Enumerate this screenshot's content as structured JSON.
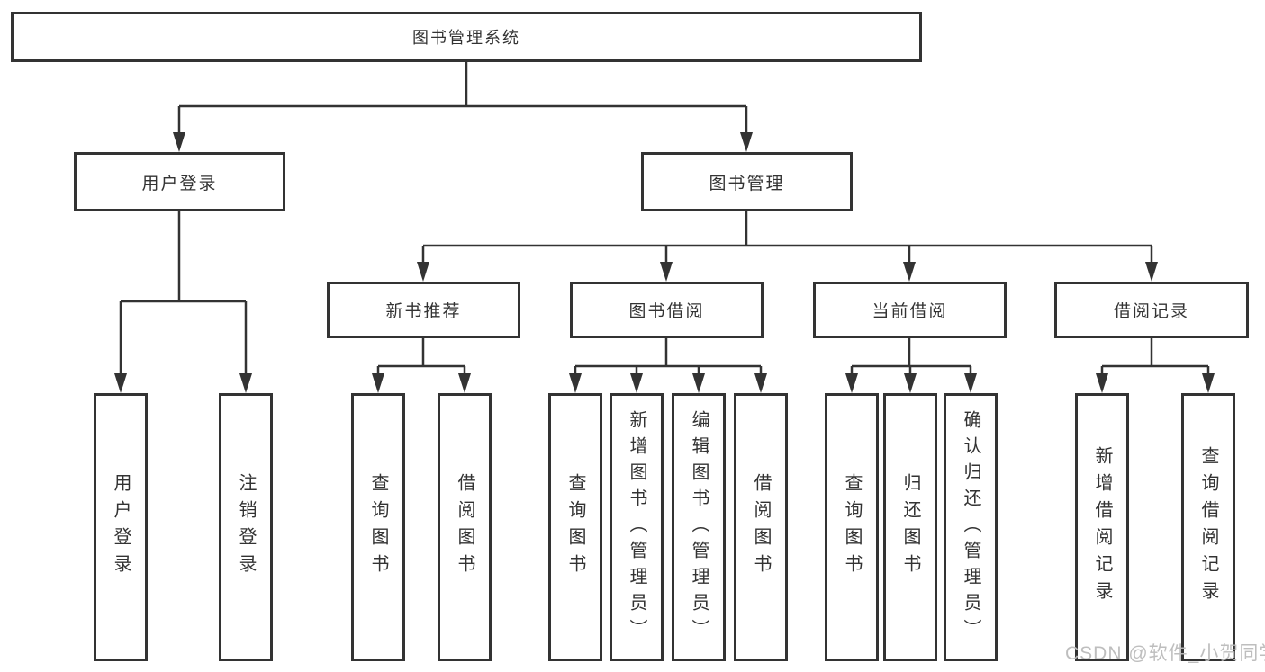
{
  "diagram": {
    "root": {
      "label": "图书管理系统"
    },
    "level2": {
      "user_login": {
        "label": "用户登录"
      },
      "book_management": {
        "label": "图书管理"
      }
    },
    "level3": {
      "new_book_recommend": {
        "label": "新书推荐"
      },
      "book_borrow": {
        "label": "图书借阅"
      },
      "current_borrow": {
        "label": "当前借阅"
      },
      "borrow_records": {
        "label": "借阅记录"
      }
    },
    "leaves": {
      "user_login": "用户登录",
      "logout": "注销登录",
      "recommend_query_books": "查询图书",
      "recommend_borrow_books": "借阅图书",
      "borrow_query_books": "查询图书",
      "borrow_add_books_admin": "新增图书（管理员）",
      "borrow_edit_books_admin": "编辑图书（管理员）",
      "borrow_borrow_books": "借阅图书",
      "current_query_books": "查询图书",
      "current_return_books": "归还图书",
      "current_confirm_return_admin": "确认归还（管理员）",
      "records_add_record": "新增借阅记录",
      "records_query_record": "查询借阅记录"
    }
  },
  "watermark": {
    "text": "CSDN @软件_小贺同学"
  },
  "colors": {
    "line": "#333333",
    "box_border": "#333333",
    "box_fill": "#ffffff",
    "text": "#333333",
    "background": "#ffffff",
    "watermark": "#bababa"
  }
}
